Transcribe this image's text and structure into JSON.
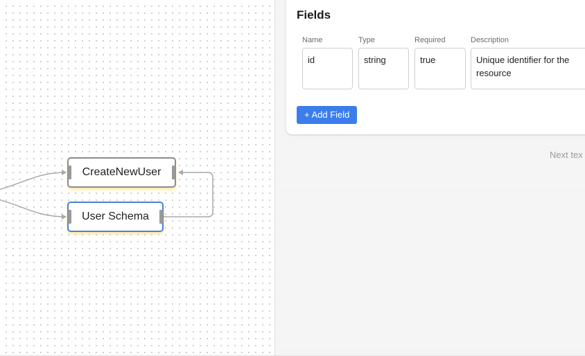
{
  "canvas": {
    "nodes": [
      {
        "id": "create",
        "label": "CreateNewUser"
      },
      {
        "id": "schema",
        "label": "User Schema"
      }
    ],
    "colors": {
      "edge": "#a8a8a8",
      "selected_border": "#4a7fd4",
      "node_border": "#8c8c8c",
      "node_glow": "#fad45a"
    }
  },
  "panel": {
    "fields_title": "Fields",
    "columns": {
      "name": "Name",
      "type": "Type",
      "required": "Required",
      "description": "Description"
    },
    "row": {
      "name": "id",
      "type": "string",
      "required": "true",
      "description": "Unique identifier for the resource"
    },
    "add_field_label": "+ Add Field",
    "next_text": "Next tex",
    "colors": {
      "accent": "#3b7ded"
    }
  }
}
